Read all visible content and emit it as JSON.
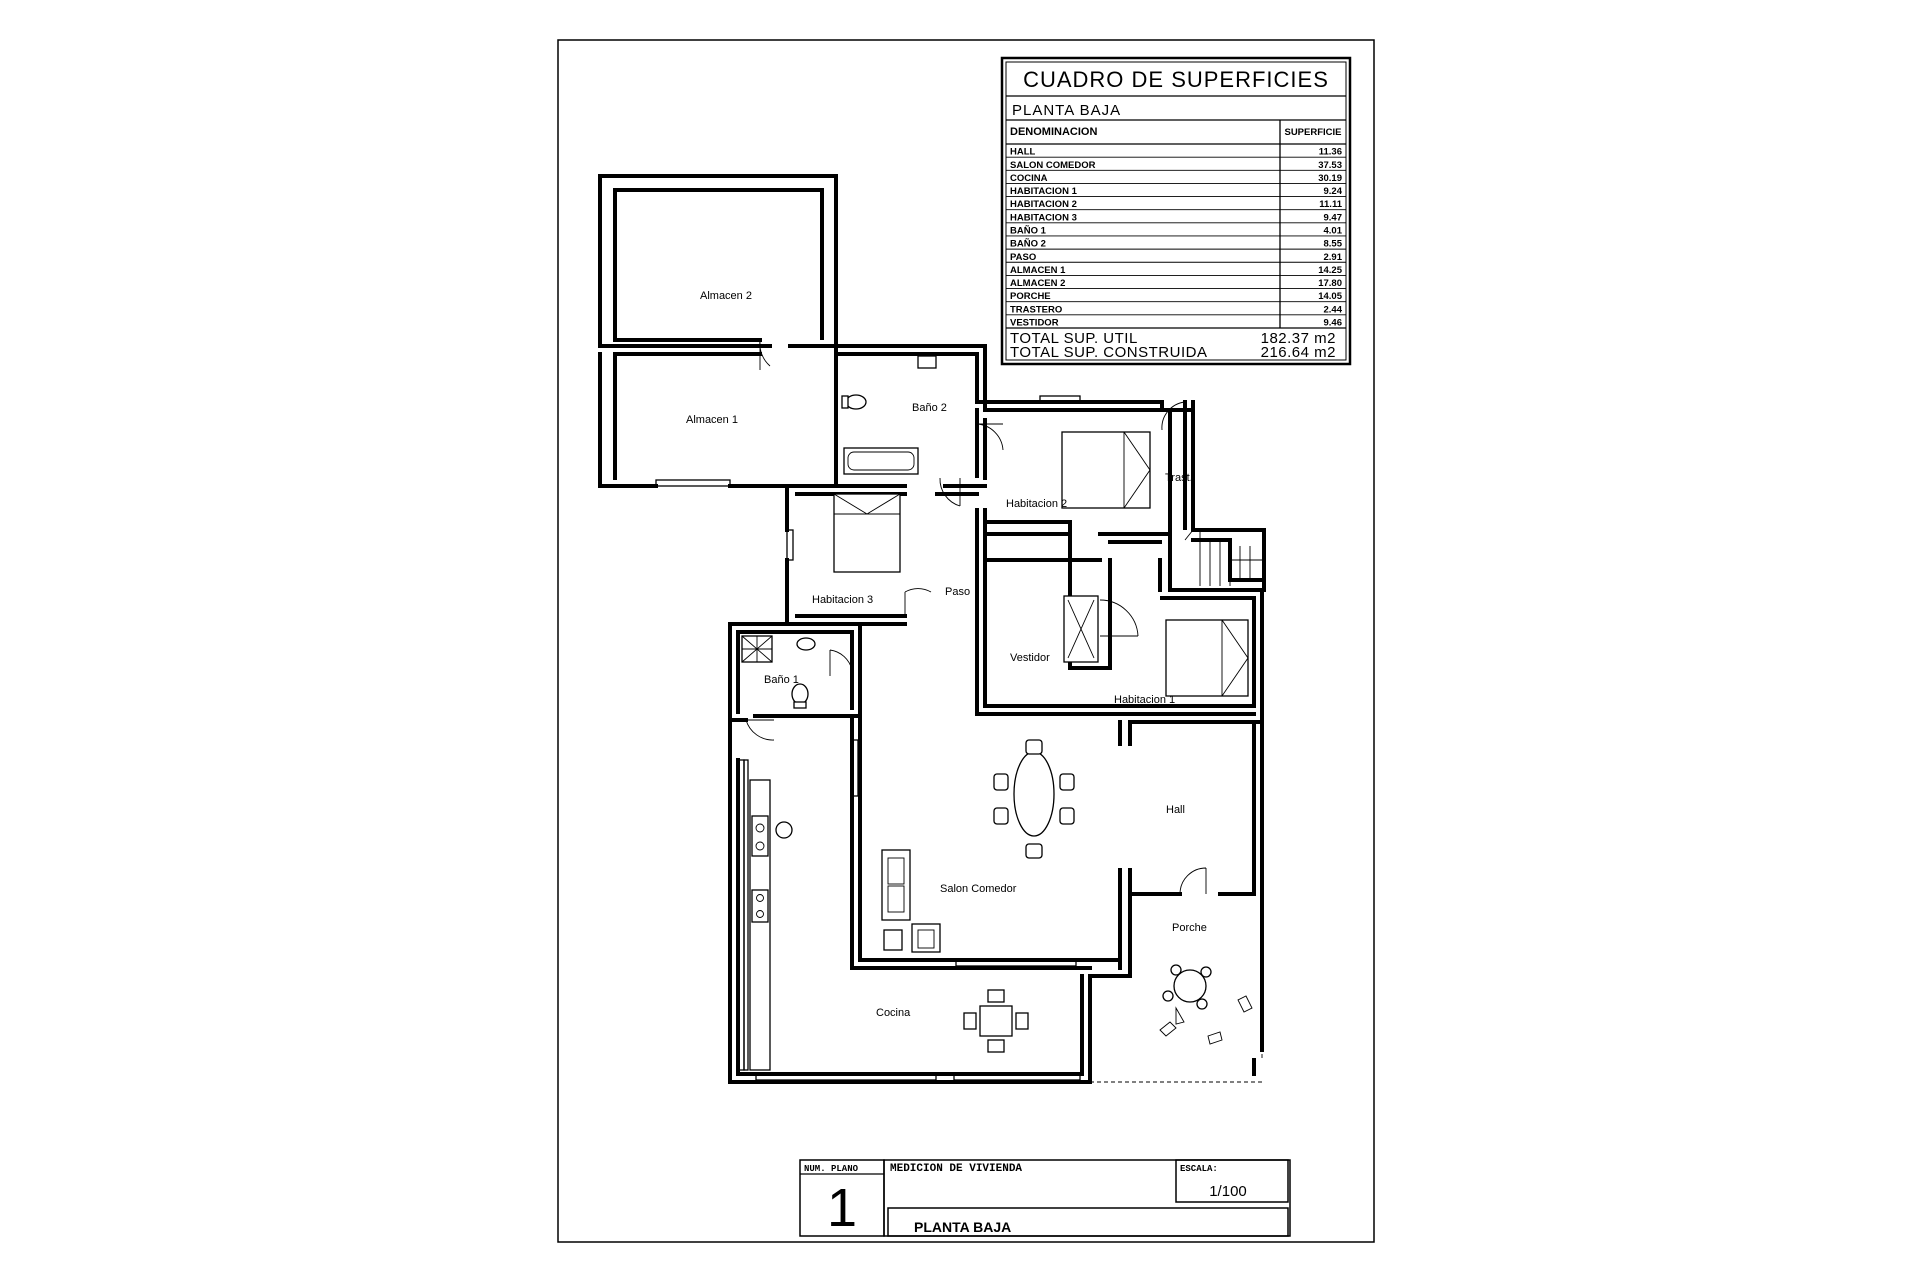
{
  "areas_table": {
    "title": "CUADRO DE SUPERFICIES",
    "floor": "PLANTA BAJA",
    "col_name": "DENOMINACION",
    "col_area": "SUPERFICIE",
    "rows": [
      {
        "name": "HALL",
        "area": "11.36"
      },
      {
        "name": "SALON  COMEDOR",
        "area": "37.53"
      },
      {
        "name": "COCINA",
        "area": "30.19"
      },
      {
        "name": "HABITACION 1",
        "area": "9.24"
      },
      {
        "name": "HABITACION 2",
        "area": "11.11"
      },
      {
        "name": "HABITACION 3",
        "area": "9.47"
      },
      {
        "name": "BAÑO 1",
        "area": "4.01"
      },
      {
        "name": "BAÑO 2",
        "area": "8.55"
      },
      {
        "name": "PASO",
        "area": "2.91"
      },
      {
        "name": "ALMACEN 1",
        "area": "14.25"
      },
      {
        "name": "ALMACEN 2",
        "area": "17.80"
      },
      {
        "name": "PORCHE",
        "area": "14.05"
      },
      {
        "name": "TRASTERO",
        "area": "2.44"
      },
      {
        "name": "VESTIDOR",
        "area": "9.46"
      }
    ],
    "total_util_label": "TOTAL  SUP.  UTIL",
    "total_util_value": "182.37  m2",
    "total_built_label": "TOTAL  SUP.  CONSTRUIDA",
    "total_built_value": "216.64  m2"
  },
  "rooms": {
    "almacen2": "Almacen 2",
    "almacen1": "Almacen 1",
    "bano2": "Baño 2",
    "habitacion2": "Habitacion 2",
    "trast": "Trast.",
    "habitacion3": "Habitacion 3",
    "paso": "Paso",
    "vestidor": "Vestidor",
    "habitacion1": "Habitacion 1",
    "bano1": "Baño 1",
    "hall": "Hall",
    "salon": "Salon Comedor",
    "porche": "Porche",
    "cocina": "Cocina"
  },
  "title_block": {
    "num_plano_label": "NUM. PLANO",
    "num_plano": "1",
    "project": "MEDICION DE VIVIENDA",
    "escala_label": "ESCALA:",
    "escala": "1/100",
    "sheet": "PLANTA BAJA"
  }
}
